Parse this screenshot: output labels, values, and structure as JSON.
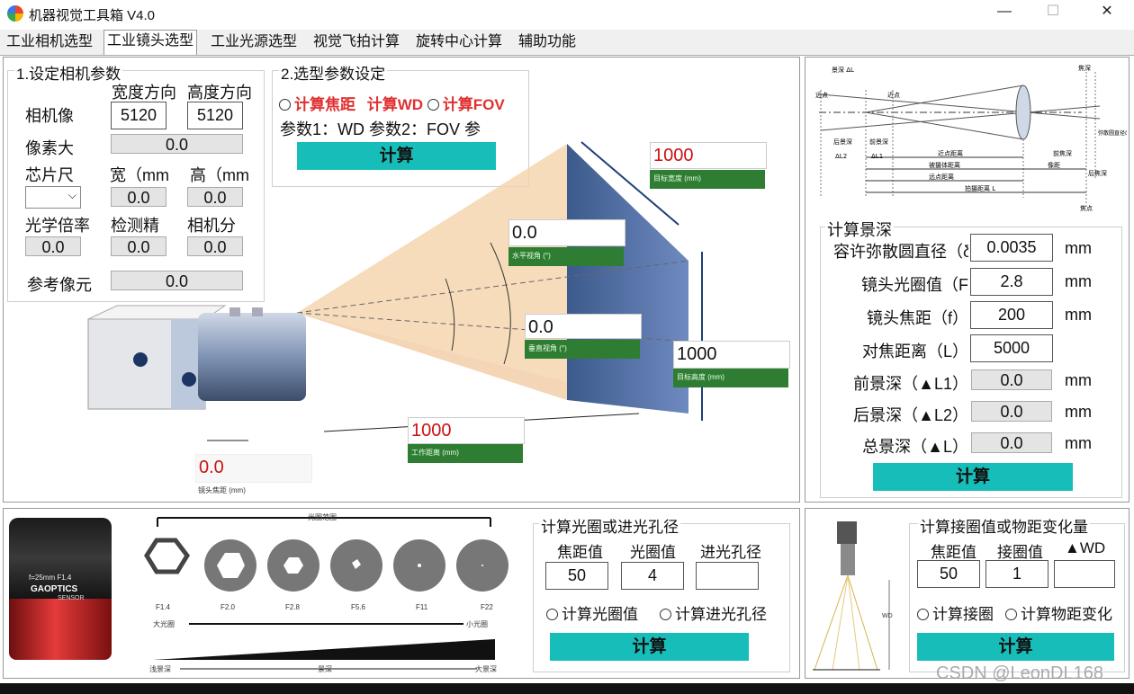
{
  "window": {
    "title": "机器视觉工具箱 V4.0",
    "minimize": "—",
    "maximize": "☐",
    "close": "✕"
  },
  "tabs": [
    "工业相机选型",
    "工业镜头选型",
    "工业光源选型",
    "视觉飞拍计算",
    "旋转中心计算",
    "辅助功能"
  ],
  "camera": {
    "title": "1.设定相机参数",
    "col_width": "宽度方向",
    "col_height": "高度方向",
    "pixel_label": "相机像",
    "pixel_w": "5120",
    "pixel_h": "5120",
    "pixsize_label": "像素大",
    "pixsize_val": "0.0",
    "chip_label": "芯片尺",
    "chip_w_label": "宽（mm",
    "chip_h_label": "高（mm",
    "chip_w": "0.0",
    "chip_h": "0.0",
    "mag_label": "光学倍率",
    "precision_label": "检测精",
    "res_label": "相机分",
    "mag": "0.0",
    "precision": "0.0",
    "res": "0.0",
    "ref_label": "参考像元",
    "ref_val": "0.0"
  },
  "selection": {
    "title": "2.选型参数设定",
    "opt1": "计算焦距",
    "opt2": "计算WD",
    "opt3": "计算FOV",
    "params": "参数1：WD  参数2：FOV  参",
    "calc": "计算"
  },
  "diagram": {
    "target_width": "1000",
    "target_width_label": "目标宽度 (mm)",
    "h_angle": "0.0",
    "h_angle_label": "水平视角 (°)",
    "v_angle": "0.0",
    "v_angle_label": "垂直视角 (°)",
    "target_height": "1000",
    "target_height_label": "目标高度 (mm)",
    "wd": "1000",
    "wd_label": "工作距离 (mm)",
    "focal": "0.0",
    "focal_label": "镜头焦距 (mm)"
  },
  "dof_diagram": {
    "back_delta": "景深 ΔL",
    "far_point": "远点",
    "near_point": "近点",
    "focus_depth": "焦深",
    "back_dof": "后景深",
    "front_dof_top": "前景深",
    "near_dist": "近点距离",
    "front_focus": "前焦深",
    "circle": "弥散圆直径δ",
    "dl2": "ΔL2",
    "dl1": "ΔL1",
    "obj_dist": "被摄体距离",
    "img_dist": "像距",
    "back_focus": "后焦深",
    "far_dist": "远点距离",
    "shoot_dist": "拍摄距离 L",
    "focal_pt": "焦点"
  },
  "dof": {
    "title": "计算景深",
    "coc_label": "容许弥散圆直径（δ",
    "coc": "0.0035",
    "aperture_label": "镜头光圈值（F",
    "aperture": "2.8",
    "focal_label": "镜头焦距（f）",
    "focal": "200",
    "focus_label": "对焦距离（L）",
    "focus": "5000",
    "front_label": "前景深（▲L1）",
    "front": "0.0",
    "back_label": "后景深（▲L2）",
    "back": "0.0",
    "total_label": "总景深（▲L）",
    "total": "0.0",
    "unit": "mm",
    "calc": "计算"
  },
  "lens_photo": {
    "brand": "GAOPTICS",
    "spec": "f=25mm F1.4",
    "sensor": "SENSOR"
  },
  "aperture_chart": {
    "range": "光圈范围",
    "stops": [
      "F1.4",
      "F2.0",
      "F2.8",
      "F5.6",
      "F11",
      "F22"
    ],
    "big": "大光圈",
    "small": "小光圈",
    "shallow": "浅景深",
    "dof": "景深",
    "deep": "大景深"
  },
  "aperture_calc": {
    "title": "计算光圈或进光孔径",
    "col1": "焦距值",
    "col2": "光圈值",
    "col3": "进光孔径",
    "v1": "50",
    "v2": "4",
    "v3": "",
    "opt1": "计算光圈值",
    "opt2": "计算进光孔径",
    "calc": "计算"
  },
  "ring_calc": {
    "title": "计算接圈值或物距变化量",
    "col1": "焦距值",
    "col2": "接圈值",
    "col3": "▲WD",
    "v1": "50",
    "v2": "1",
    "v3": "",
    "opt1": "计算接圈",
    "opt2": "计算物距变化",
    "wd_mark": "WD",
    "calc": "计算"
  },
  "watermark": "CSDN @LeonDL168"
}
